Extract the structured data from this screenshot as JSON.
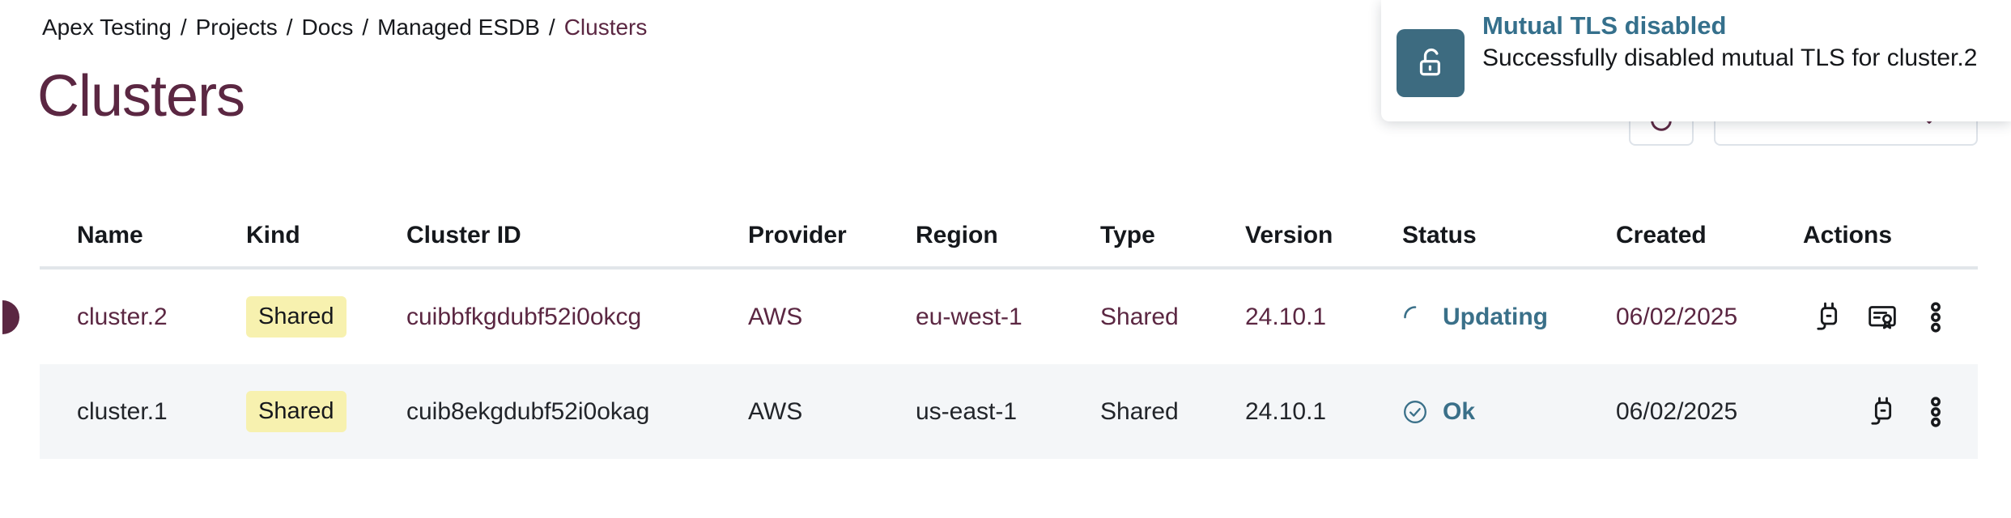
{
  "breadcrumb": {
    "items": [
      "Apex Testing",
      "Projects",
      "Docs",
      "Managed ESDB"
    ],
    "current": "Clusters",
    "separator": "/"
  },
  "page": {
    "title": "Clusters"
  },
  "toast": {
    "title": "Mutual TLS disabled",
    "message": "Successfully disabled mutual TLS for cluster.2",
    "icon": "unlock-icon"
  },
  "toolbar": {
    "refresh_icon": "refresh-icon",
    "cta_chevron_icon": "chevron-down-icon"
  },
  "table": {
    "columns": [
      "Name",
      "Kind",
      "Cluster ID",
      "Provider",
      "Region",
      "Type",
      "Version",
      "Status",
      "Created",
      "Actions"
    ],
    "rows": [
      {
        "name": "cluster.2",
        "kind": "Shared",
        "cluster_id": "cuibbfkgdubf52i0okcg",
        "provider": "AWS",
        "region": "eu-west-1",
        "type": "Shared",
        "version": "24.10.1",
        "status": "Updating",
        "status_icon": "spinner-icon",
        "created": "06/02/2025",
        "highlighted": true,
        "actions": [
          "connect-plug-icon",
          "certificate-icon",
          "kebab-menu-icon"
        ]
      },
      {
        "name": "cluster.1",
        "kind": "Shared",
        "cluster_id": "cuib8ekgdubf52i0okag",
        "provider": "AWS",
        "region": "us-east-1",
        "type": "Shared",
        "version": "24.10.1",
        "status": "Ok",
        "status_icon": "check-circle-icon",
        "created": "06/02/2025",
        "highlighted": false,
        "actions": [
          "connect-plug-icon",
          "kebab-menu-icon"
        ]
      }
    ]
  },
  "colors": {
    "accent_maroon": "#5b2742",
    "status_teal": "#3a7089",
    "toast_icon_bg": "#3d6b80",
    "badge_yellow": "#f7f1af",
    "row_alt_bg": "#f4f6f8",
    "divider": "#e2e6ea"
  }
}
